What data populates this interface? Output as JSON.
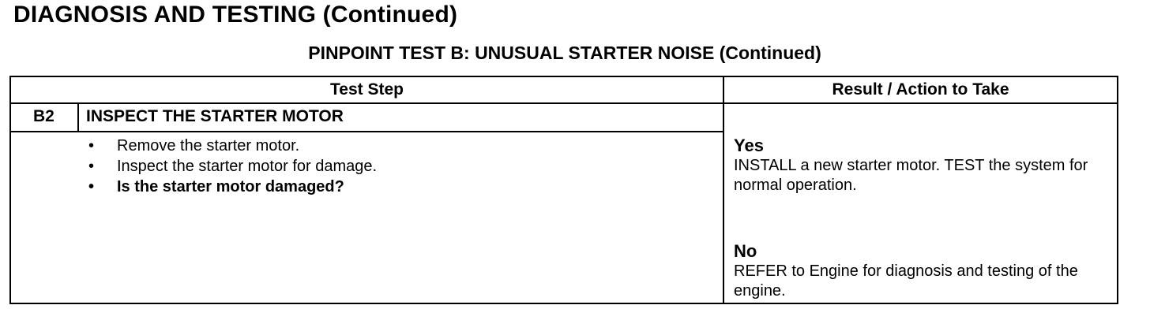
{
  "header": {
    "title": "DIAGNOSIS AND TESTING",
    "title_suffix": "(Continued)"
  },
  "test": {
    "title": "PINPOINT TEST B: UNUSUAL STARTER NOISE",
    "title_suffix": "(Continued)"
  },
  "table": {
    "col_test_step": "Test Step",
    "col_result": "Result / Action to Take",
    "step": {
      "id": "B2",
      "title": "INSPECT THE STARTER MOTOR",
      "bullets": [
        "Remove the starter motor.",
        "Inspect the starter motor for damage.",
        "Is the starter motor damaged?"
      ]
    },
    "results": {
      "yes_label": "Yes",
      "yes_text": "INSTALL a new starter motor. TEST the system for normal operation.",
      "no_label": "No",
      "no_text": "REFER to Engine for diagnosis and testing of the engine."
    }
  },
  "icons": {
    "bullet": "•"
  }
}
